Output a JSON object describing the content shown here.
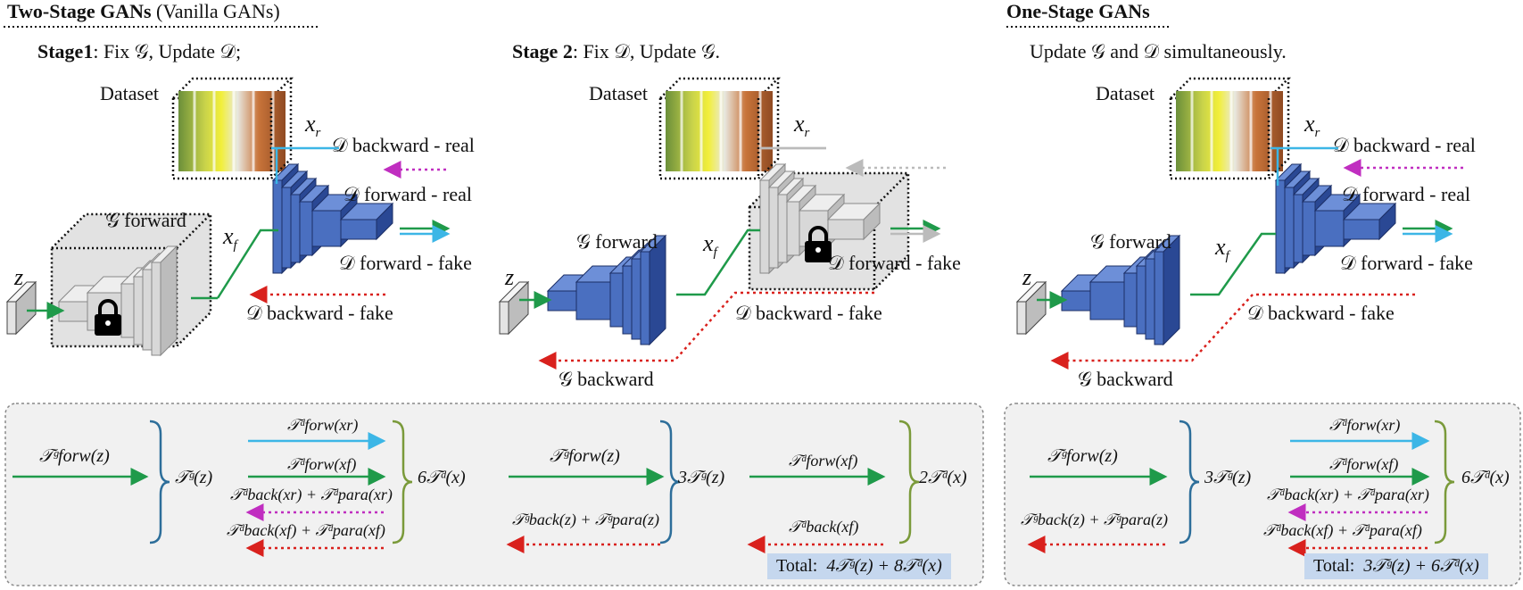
{
  "two_stage": {
    "title_bold": "Two-Stage GANs",
    "title_rest": "(Vanilla GANs)",
    "stage1": {
      "label": "Stage1",
      "text": ": Fix 𝒢, Update 𝒟;"
    },
    "stage2": {
      "label": "Stage 2",
      "text": ": Fix 𝒟, Update 𝒢."
    }
  },
  "one_stage": {
    "title_bold": "One-Stage GANs",
    "text": "Update 𝒢 and 𝒟 simultaneously."
  },
  "labels": {
    "dataset": "Dataset",
    "xr": "x",
    "xr_sub": "r",
    "xf": "x",
    "xf_sub": "f",
    "z": "z",
    "g_forward": "𝒢 forward",
    "g_backward": "𝒢 backward",
    "d_backward_real": "𝒟 backward - real",
    "d_forward_real": "𝒟 forward - real",
    "d_forward_fake": "𝒟 forward - fake",
    "d_backward_fake": "𝒟 backward - fake"
  },
  "formulas": {
    "t_forw_g": "𝒯ᵍforw(z)",
    "t_g": "𝒯ᵍ(z)",
    "t_forw_d_xr": "𝒯ᵈforw(xr)",
    "t_forw_d_xf": "𝒯ᵈforw(xf)",
    "t_back_xr": "𝒯ᵈback(xr) + 𝒯ᵈpara(xr)",
    "t_back_xf": "𝒯ᵈback(xf) + 𝒯ᵈpara(xf)",
    "six_td": "6𝒯ᵈ(x)",
    "three_tg": "3𝒯ᵍ(z)",
    "t_back_g": "𝒯ᵍback(z) + 𝒯ᵍpara(z)",
    "t_back_d_xf": "𝒯ᵈback(xf)",
    "two_td": "2𝒯ᵈ(x)"
  },
  "totals": {
    "two_stage": {
      "label": "Total:",
      "value": "4𝒯ᵍ(z) + 8𝒯ᵈ(x)"
    },
    "one_stage": {
      "label": "Total:",
      "value": "3𝒯ᵍ(z) + 6𝒯ᵈ(x)"
    }
  },
  "colors": {
    "cyan": "#3cb6e6",
    "green": "#1f9a4a",
    "magenta": "#c02ec0",
    "red": "#d9211d",
    "blue_face": "#4a6fc0",
    "blue_dark": "#2a4894",
    "brace_blue": "#2d6e9a",
    "brace_green": "#7a9a3a",
    "panel_bg": "#f1f1f1",
    "total_bg": "#c5d7ee"
  }
}
